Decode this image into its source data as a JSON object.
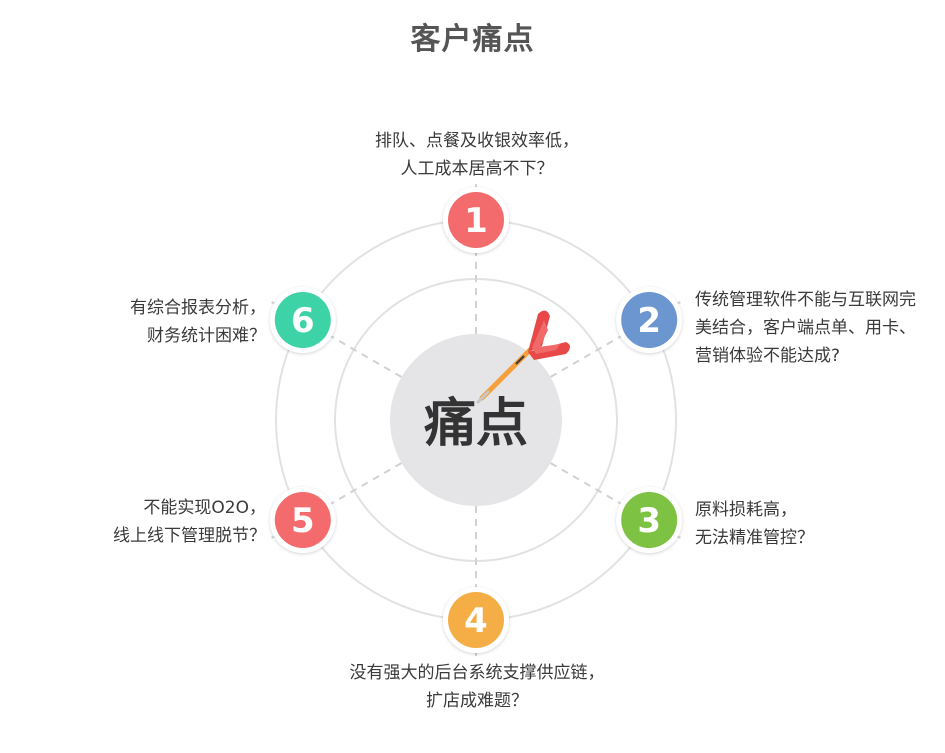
{
  "title": "客户痛点",
  "center_label": "痛点",
  "colors": {
    "node_1": "#F36B6C",
    "node_2": "#6B96D0",
    "node_3": "#7DC243",
    "node_4": "#F5AD46",
    "node_5": "#F36B6C",
    "node_6": "#3ED3A6",
    "center": "#E5E5E8",
    "ring": "#E2E2E2",
    "spoke": "#D2D2D2",
    "dart_flight": "#E84848",
    "dart_shaft": "#F5A03C"
  },
  "icon": "dart-icon",
  "points": [
    {
      "number": "1",
      "lines": [
        "排队、点餐及收银效率低，",
        "人工成本居高不下？"
      ]
    },
    {
      "number": "2",
      "lines": [
        "传统管理软件不能与互联网完",
        "美结合，客户端点单、用卡、",
        "营销体验不能达成?"
      ]
    },
    {
      "number": "3",
      "lines": [
        "原料损耗高，",
        "无法精准管控？"
      ]
    },
    {
      "number": "4",
      "lines": [
        "没有强大的后台系统支撑供应链，",
        "扩店成难题？"
      ]
    },
    {
      "number": "5",
      "lines": [
        "不能实现O2O，",
        "线上线下管理脱节？"
      ]
    },
    {
      "number": "6",
      "lines": [
        "有综合报表分析，",
        "财务统计困难？"
      ]
    }
  ]
}
